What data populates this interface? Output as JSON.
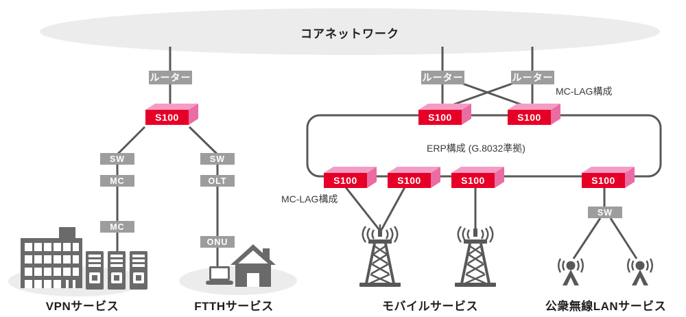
{
  "core_network": {
    "label": "コアネットワーク"
  },
  "nodes": {
    "router": "ルーター",
    "s100": "S100",
    "sw": "SW",
    "mc": "MC",
    "olt": "OLT",
    "onu": "ONU"
  },
  "annotations": {
    "mclag_routers": "MC-LAG構成",
    "erp_ring": "ERP構成 (G.8032準拠)",
    "mclag_towers": "MC-LAG構成"
  },
  "services": [
    {
      "id": "vpn",
      "label": "VPNサービス"
    },
    {
      "id": "ftth",
      "label": "FTTHサービス"
    },
    {
      "id": "mobile",
      "label": "モバイルサービス"
    },
    {
      "id": "wlan",
      "label": "公衆無線LANサービス"
    }
  ],
  "icons": {
    "building": "office-building-icon",
    "servers": "server-racks-icon",
    "laptop": "laptop-icon",
    "house": "house-icon",
    "cell_tower": "cell-tower-icon",
    "wifi_antenna": "wifi-antenna-icon"
  },
  "colors": {
    "s100_front": "#e60027",
    "s100_top": "#f49cc4",
    "s100_side": "#eb6ba3",
    "node_box": "#9d9d9e",
    "line": "#595757",
    "icon_gray": "#6a6a6a",
    "ellipse": "#ececec"
  }
}
